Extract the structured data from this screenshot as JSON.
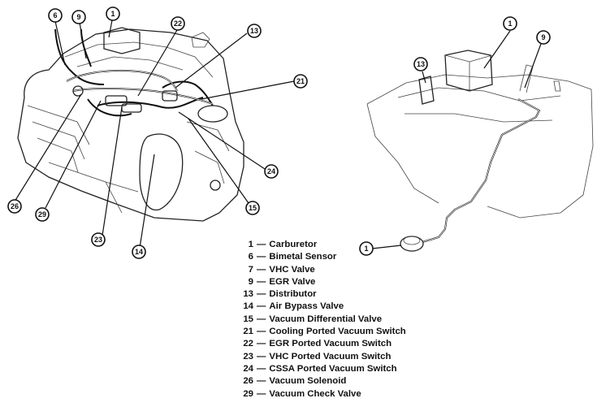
{
  "callouts_left": {
    "c6": "6",
    "c9": "9",
    "c1": "1",
    "c22": "22",
    "c13": "13",
    "c21": "21",
    "c24": "24",
    "c15": "15",
    "c14": "14",
    "c23": "23",
    "c29": "29",
    "c26": "26"
  },
  "callouts_right": {
    "c1_top": "1",
    "c9": "9",
    "c13": "13",
    "c1_bottom": "1"
  },
  "legend": [
    {
      "num": "1",
      "label": "Carburetor"
    },
    {
      "num": "6",
      "label": "Bimetal Sensor"
    },
    {
      "num": "7",
      "label": "VHC Valve"
    },
    {
      "num": "9",
      "label": "EGR Valve"
    },
    {
      "num": "13",
      "label": "Distributor"
    },
    {
      "num": "14",
      "label": "Air Bypass Valve"
    },
    {
      "num": "15",
      "label": "Vacuum Differential Valve"
    },
    {
      "num": "21",
      "label": "Cooling Ported Vacuum Switch"
    },
    {
      "num": "22",
      "label": "EGR Ported Vacuum Switch"
    },
    {
      "num": "23",
      "label": "VHC Ported Vacuum Switch"
    },
    {
      "num": "24",
      "label": "CSSA Ported Vacuum Switch"
    },
    {
      "num": "26",
      "label": "Vacuum Solenoid"
    },
    {
      "num": "29",
      "label": "Vacuum Check Valve"
    }
  ],
  "legend_separator": "—"
}
